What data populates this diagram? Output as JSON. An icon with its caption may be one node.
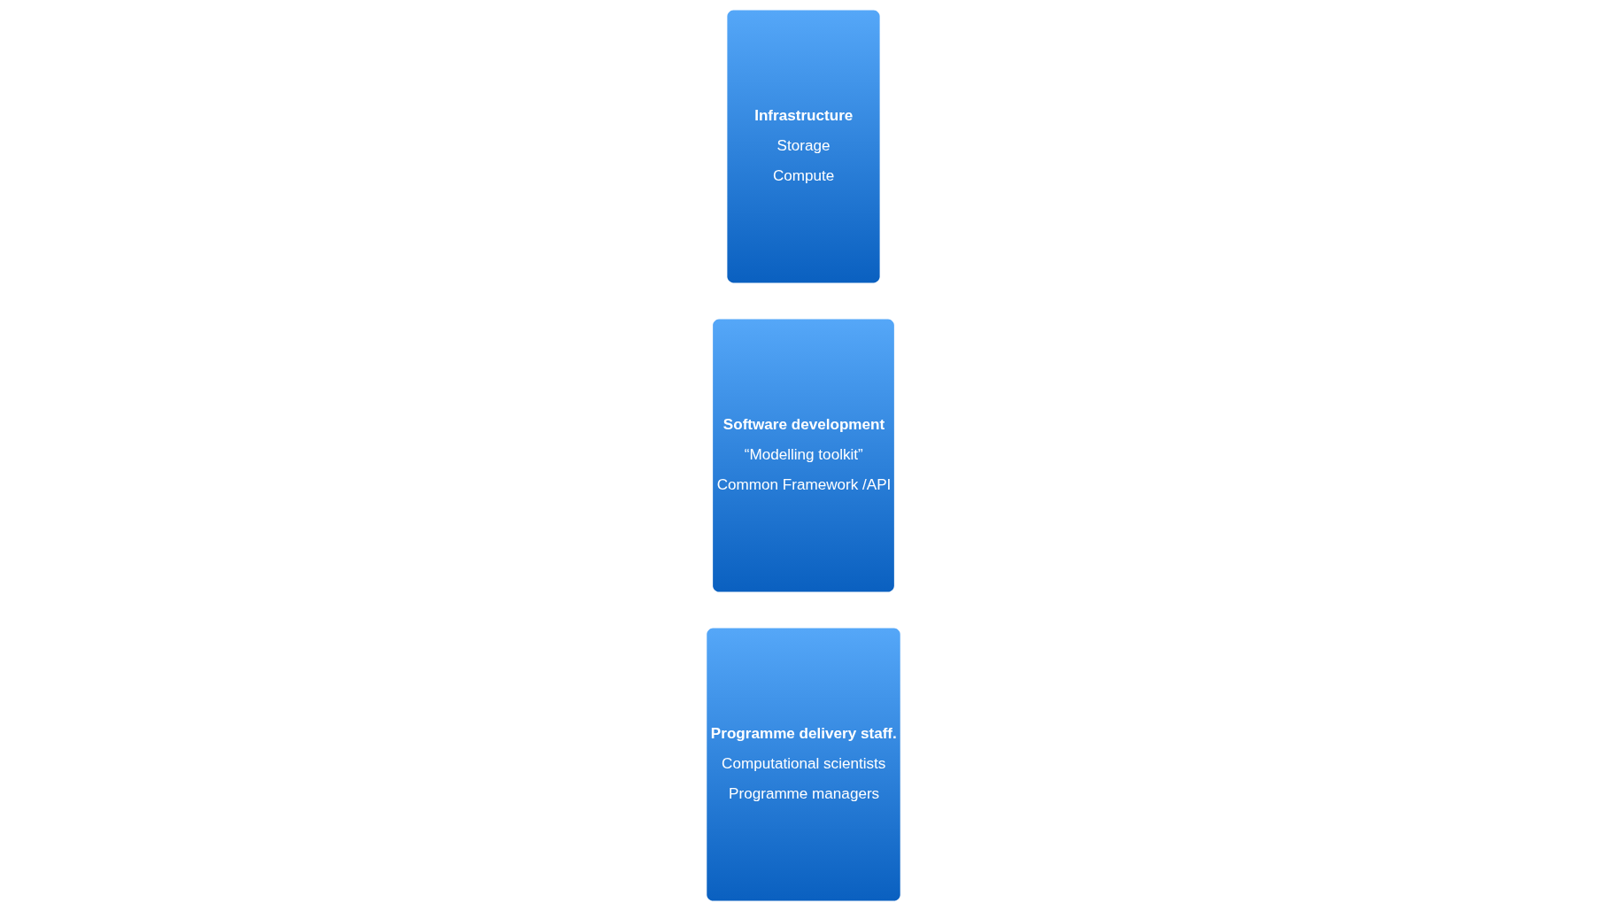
{
  "diagram": {
    "nodes": [
      {
        "text": [
          "Infrastructure",
          "Storage",
          "Compute"
        ]
      },
      {
        "text": [
          "Software development",
          "“Modelling toolkit”",
          "Common Framework /API"
        ]
      },
      {
        "text": [
          "Programme delivery staff.",
          "Computational scientists",
          "Programme managers"
        ]
      }
    ]
  }
}
